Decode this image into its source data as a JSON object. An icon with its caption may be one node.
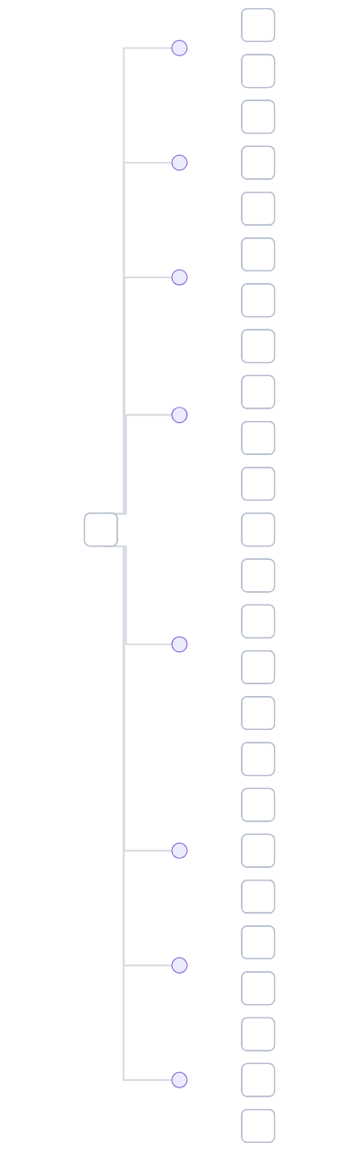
{
  "diagram": {
    "nodes": [
      {
        "text": [],
        "shape": "box"
      },
      {
        "text": [],
        "shape": "circle"
      },
      {
        "text": [],
        "shape": "box"
      },
      {
        "text": [],
        "shape": "box"
      },
      {
        "text": [],
        "shape": "circle"
      },
      {
        "text": [],
        "shape": "box"
      },
      {
        "text": [],
        "shape": "box"
      },
      {
        "text": [],
        "shape": "box"
      },
      {
        "text": [],
        "shape": "circle"
      },
      {
        "text": [],
        "shape": "box"
      },
      {
        "text": [],
        "shape": "box"
      },
      {
        "text": [],
        "shape": "circle"
      },
      {
        "text": [],
        "shape": "box"
      },
      {
        "text": [],
        "shape": "box"
      },
      {
        "text": [],
        "shape": "box"
      },
      {
        "text": [],
        "shape": "box"
      },
      {
        "text": [],
        "shape": "circle"
      },
      {
        "text": [],
        "shape": "box"
      },
      {
        "text": [],
        "shape": "box"
      },
      {
        "text": [],
        "shape": "box"
      },
      {
        "text": [],
        "shape": "box"
      },
      {
        "text": [],
        "shape": "box"
      },
      {
        "text": [],
        "shape": "box"
      },
      {
        "text": [],
        "shape": "circle"
      },
      {
        "text": [],
        "shape": "box"
      },
      {
        "text": [],
        "shape": "box"
      },
      {
        "text": [],
        "shape": "box"
      },
      {
        "text": [],
        "shape": "circle"
      },
      {
        "text": [],
        "shape": "box"
      },
      {
        "text": [],
        "shape": "box"
      },
      {
        "text": [],
        "shape": "box"
      },
      {
        "text": [],
        "shape": "box"
      },
      {
        "text": [],
        "shape": "circle"
      },
      {
        "text": [],
        "shape": "box"
      }
    ],
    "edges": [
      {
        "from": 0,
        "to": 1,
        "arrow": "none"
      },
      {
        "from": 0,
        "to": 4,
        "arrow": "none"
      },
      {
        "from": 0,
        "to": 8,
        "arrow": "none"
      },
      {
        "from": 0,
        "to": 11,
        "arrow": "none"
      },
      {
        "from": 0,
        "to": 16,
        "arrow": "none"
      },
      {
        "from": 0,
        "to": 23,
        "arrow": "none"
      },
      {
        "from": 0,
        "to": 27,
        "arrow": "none"
      },
      {
        "from": 0,
        "to": 32,
        "arrow": "none"
      }
    ]
  }
}
